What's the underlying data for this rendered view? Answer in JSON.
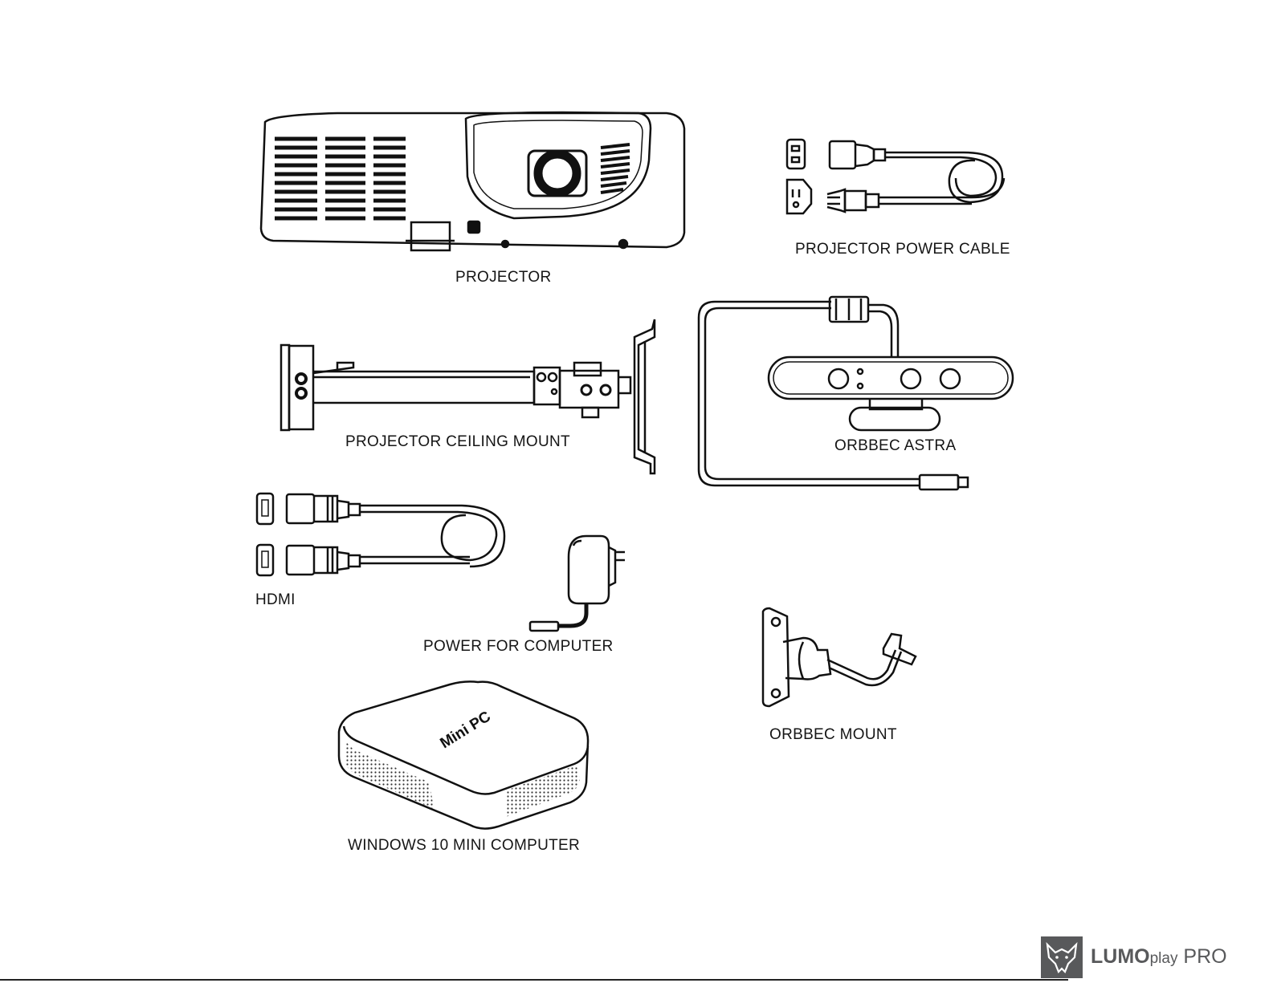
{
  "items": {
    "projector": "PROJECTOR",
    "projector_power_cable": "PROJECTOR POWER CABLE",
    "projector_ceiling_mount": "PROJECTOR CEILING MOUNT",
    "orbbec_astra": "ORBBEC ASTRA",
    "hdmi": "HDMI",
    "power_for_computer": "POWER FOR COMPUTER",
    "orbbec_mount": "ORBBEC MOUNT",
    "windows_mini_computer": "WINDOWS 10 MINI COMPUTER",
    "mini_pc_label": "Mini PC"
  },
  "logo": {
    "brand_bold": "LUMO",
    "brand_small": "play",
    "brand_suffix": " PRO"
  },
  "colors": {
    "line": "#111111",
    "logo": "#58595b",
    "background": "#ffffff"
  },
  "icons": [
    "projector-icon",
    "power-cable-icon",
    "ceiling-mount-icon",
    "orbbec-astra-icon",
    "hdmi-cable-icon",
    "power-adapter-icon",
    "orbbec-mount-icon",
    "mini-pc-icon",
    "fox-logo-icon"
  ]
}
